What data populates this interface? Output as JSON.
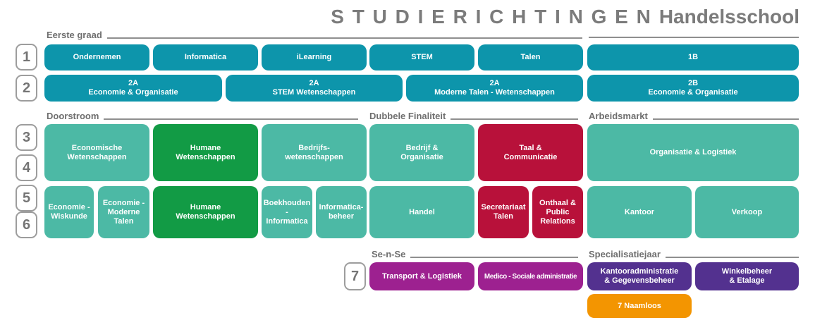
{
  "title": {
    "spaced": "S T U D I E R I C H T I N G E N",
    "name": "Handelsschool"
  },
  "sections": {
    "eerste_graad": "Eerste graad",
    "doorstroom": "Doorstroom",
    "dubbele_finaliteit": "Dubbele Finaliteit",
    "arbeidsmarkt": "Arbeidsmarkt",
    "se_n_se": "Se-n-Se",
    "specialisatiejaar": "Specialisatiejaar"
  },
  "row_numbers": {
    "r1": "1",
    "r2": "2",
    "r3": "3",
    "r4": "4",
    "r5": "5",
    "r6": "6",
    "r7": "7"
  },
  "palette": {
    "teal": "#0d95ab",
    "seafoam": "#4cb9a5",
    "green": "#129b45",
    "red": "#b8113a",
    "magenta": "#9d2190",
    "purple": "#53318f",
    "orange": "#f39501",
    "title_gray": "#7b7b7b",
    "header_gray": "#6e6e6e",
    "line_gray": "#8f8f8f"
  },
  "boxes": {
    "row1": {
      "ondernemen": "Ondernemen",
      "informatica": "Informatica",
      "ilearning": "iLearning",
      "stem": "STEM",
      "talen": "Talen",
      "b1": "1B"
    },
    "row2": {
      "a2_eco": "2A\nEconomie & Organisatie",
      "a2_stem": "2A\nSTEM Wetenschappen",
      "a2_talen": "2A\nModerne Talen - Wetenschappen",
      "b2_eco": "2B\nEconomie & Organisatie"
    },
    "row34": {
      "economische_wetenschappen": "Economische\nWetenschappen",
      "humane_wetenschappen": "Humane\nWetenschappen",
      "bedrijfswetenschappen": "Bedrijfs-\nwetenschappen",
      "bedrijf_organisatie": "Bedrijf &\nOrganisatie",
      "taal_communicatie": "Taal &\nCommunicatie",
      "organisatie_logistiek": "Organisatie & Logistiek"
    },
    "row56": {
      "economie_wiskunde": "Economie -\nWiskunde",
      "economie_moderne_talen": "Economie -\nModerne\nTalen",
      "humane_wetenschappen": "Humane\nWetenschappen",
      "boekhouden_informatica": "Boekhouden -\nInformatica",
      "informaticabeheer": "Informatica-\nbeheer",
      "handel": "Handel",
      "secretariaat_talen": "Secretariaat\nTalen",
      "onthaal_public_relations": "Onthaal &\nPublic\nRelations",
      "kantoor": "Kantoor",
      "verkoop": "Verkoop"
    },
    "row7": {
      "transport_logistiek": "Transport & Logistiek",
      "medico_sociale_administratie": "Medico - Sociale administratie",
      "kantooradministratie": "Kantooradministratie\n& Gegevensbeheer",
      "winkelbeheer_etalage": "Winkelbeheer\n& Etalage"
    },
    "row8": {
      "naamloos": "7 Naamloos"
    }
  }
}
